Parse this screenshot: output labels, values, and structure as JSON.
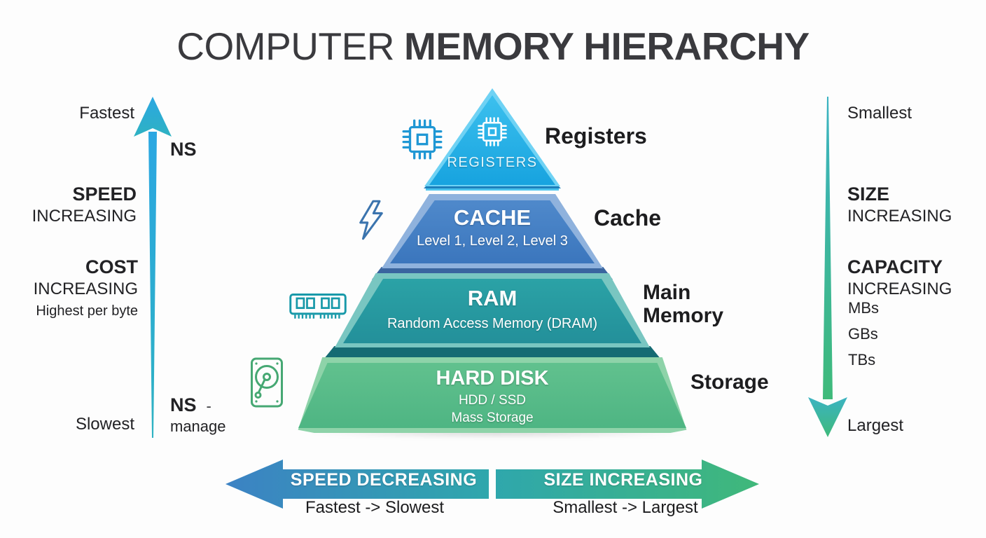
{
  "title": {
    "prefix": "COMPUTER",
    "emphasis": "MEMORY HIERARCHY"
  },
  "pyramid": {
    "levels": [
      {
        "name": "registers",
        "label": "REGISTERS",
        "sublabel": "",
        "side_label": "Registers",
        "color": "#29b2e8",
        "icon": "chip-icon"
      },
      {
        "name": "cache",
        "label": "CACHE",
        "sublabel": "Level 1, Level 2, Level 3",
        "side_label": "Cache",
        "color": "#4280c4",
        "icon": "lightning-icon"
      },
      {
        "name": "ram",
        "label": "RAM",
        "sublabel": "Random Access Memory (DRAM)",
        "side_label": "Main Memory",
        "color": "#2a9b9f",
        "icon": "ram-stick-icon"
      },
      {
        "name": "hard_disk",
        "label": "HARD DISK",
        "sublabel": "HDD / SSD",
        "sublabel2": "Mass Storage",
        "side_label": "Storage",
        "color": "#5abd88",
        "icon": "hard-disk-icon"
      }
    ]
  },
  "left_axis": {
    "fastest": "Fastest",
    "ns_top": "NS",
    "speed_title": "SPEED",
    "speed_sub": "INCREASING",
    "cost_title": "COST",
    "cost_sub": "INCREASING",
    "cost_note": "Highest per byte",
    "slowest": "Slowest",
    "ns_bottom": "NS",
    "ns_bottom_dash": "-",
    "ns_bottom_word": "manage",
    "arrow_icon": "up-arrow",
    "arrow_color_top": "#2ba7e2",
    "arrow_color_bottom": "#2eb2c2"
  },
  "right_axis": {
    "smallest": "Smallest",
    "size_title": "SIZE",
    "size_sub": "INCREASING",
    "capacity_title": "CAPACITY",
    "capacity_sub": "INCREASING",
    "units": [
      "MBs",
      "GBs",
      "TBs"
    ],
    "largest": "Largest",
    "arrow_icon": "down-arrow",
    "arrow_color_top": "#3bb3c2",
    "arrow_color_bottom": "#3fba7a"
  },
  "bottom_axis": {
    "left": {
      "label": "SPEED DECREASING",
      "sub": "Fastest -> Slowest",
      "icon": "left-arrow",
      "color_start": "#3c82c4",
      "color_end": "#2fa7ac"
    },
    "right": {
      "label": "SIZE INCREASING",
      "sub": "Smallest -> Largest",
      "icon": "right-arrow",
      "color_start": "#2fa7ac",
      "color_end": "#40b87a"
    }
  },
  "colors": {
    "title_text": "#3a3a3e",
    "registers": "#29b2e8",
    "cache": "#4280c4",
    "ram": "#2a9b9f",
    "hard_disk": "#5abd88",
    "chip_icon": "#1f97d4",
    "lightning_icon": "#3b74ae",
    "ram_icon": "#1899a9",
    "hdd_icon": "#46a873"
  }
}
